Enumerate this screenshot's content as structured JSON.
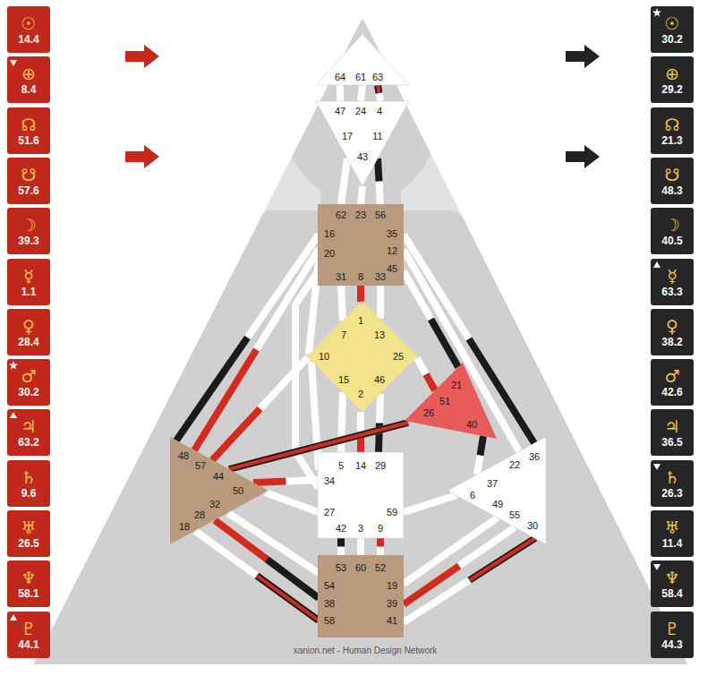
{
  "diagram": {
    "nodes": [
      {
        "text": [
          "☉",
          "14.4"
        ]
      },
      {
        "text": [
          "⊕",
          "8.4"
        ]
      },
      {
        "text": [
          "☊",
          "51.6"
        ]
      },
      {
        "text": [
          "☋",
          "57.6"
        ]
      },
      {
        "text": [
          "☽",
          "39.3"
        ]
      },
      {
        "text": [
          "☿",
          "1.1"
        ]
      },
      {
        "text": [
          "♀",
          "28.4"
        ]
      },
      {
        "text": [
          "♂",
          "30.2"
        ]
      },
      {
        "text": [
          "♃",
          "63.2"
        ]
      },
      {
        "text": [
          "♄",
          "9.6"
        ]
      },
      {
        "text": [
          "♅",
          "26.5"
        ]
      },
      {
        "text": [
          "♆",
          "58.1"
        ]
      },
      {
        "text": [
          "♇",
          "44.1"
        ]
      },
      {
        "text": [
          "64",
          "61",
          "63"
        ]
      },
      {
        "text": [
          "47",
          "24",
          "4",
          "17",
          "11",
          "43"
        ]
      },
      {
        "text": [
          "62",
          "23",
          "56",
          "16",
          "35",
          "20",
          "12",
          "45",
          "31",
          "8",
          "33"
        ]
      },
      {
        "text": [
          "1",
          "7",
          "13",
          "10",
          "25",
          "15",
          "46",
          "2"
        ]
      },
      {
        "text": [
          "21",
          "51",
          "26",
          "40"
        ]
      },
      {
        "text": [
          "48",
          "57",
          "44",
          "50",
          "32",
          "28",
          "18"
        ]
      },
      {
        "text": [
          "5",
          "14",
          "29",
          "34",
          "27",
          "59",
          "42",
          "3",
          "9"
        ]
      },
      {
        "text": [
          "22",
          "36",
          "37",
          "6",
          "49",
          "55",
          "30"
        ]
      },
      {
        "text": [
          "53",
          "60",
          "52",
          "54",
          "19",
          "38",
          "39",
          "58",
          "41"
        ]
      },
      {
        "text": [
          "☉",
          "30.2"
        ]
      },
      {
        "text": [
          "⊕",
          "29.2"
        ]
      },
      {
        "text": [
          "☊",
          "21.3"
        ]
      },
      {
        "text": [
          "☋",
          "48.3"
        ]
      },
      {
        "text": [
          "☽",
          "40.5"
        ]
      },
      {
        "text": [
          "☿",
          "63.3"
        ]
      },
      {
        "text": [
          "♀",
          "38.2"
        ]
      },
      {
        "text": [
          "♂",
          "42.6"
        ]
      },
      {
        "text": [
          "♃",
          "36.5"
        ]
      },
      {
        "text": [
          "♄",
          "26.3"
        ]
      },
      {
        "text": [
          "♅",
          "11.4"
        ]
      },
      {
        "text": [
          "♆",
          "58.4"
        ]
      },
      {
        "text": [
          "♇",
          "44.3"
        ]
      }
    ],
    "edges": [
      {
        "from": 13,
        "to": 14,
        "arrow": "none"
      },
      {
        "from": 13,
        "to": 14,
        "arrow": "none"
      },
      {
        "from": 13,
        "to": 14,
        "arrow": "none"
      },
      {
        "from": 14,
        "to": 15,
        "arrow": "none"
      },
      {
        "from": 14,
        "to": 15,
        "arrow": "none"
      },
      {
        "from": 14,
        "to": 15,
        "arrow": "none"
      },
      {
        "from": 15,
        "to": 16,
        "arrow": "none"
      },
      {
        "from": 15,
        "to": 16,
        "arrow": "none"
      },
      {
        "from": 15,
        "to": 16,
        "arrow": "none"
      },
      {
        "from": 15,
        "to": 16,
        "arrow": "none"
      },
      {
        "from": 15,
        "to": 18,
        "arrow": "none"
      },
      {
        "from": 15,
        "to": 18,
        "arrow": "none"
      },
      {
        "from": 15,
        "to": 19,
        "arrow": "none"
      },
      {
        "from": 15,
        "to": 20,
        "arrow": "none"
      },
      {
        "from": 15,
        "to": 20,
        "arrow": "none"
      },
      {
        "from": 15,
        "to": 17,
        "arrow": "none"
      },
      {
        "from": 16,
        "to": 18,
        "arrow": "none"
      },
      {
        "from": 16,
        "to": 19,
        "arrow": "none"
      },
      {
        "from": 16,
        "to": 19,
        "arrow": "none"
      },
      {
        "from": 16,
        "to": 19,
        "arrow": "none"
      },
      {
        "from": 16,
        "to": 19,
        "arrow": "none"
      },
      {
        "from": 16,
        "to": 17,
        "arrow": "none"
      },
      {
        "from": 17,
        "to": 18,
        "arrow": "none"
      },
      {
        "from": 17,
        "to": 20,
        "arrow": "none"
      },
      {
        "from": 19,
        "to": 18,
        "arrow": "none"
      },
      {
        "from": 19,
        "to": 18,
        "arrow": "none"
      },
      {
        "from": 19,
        "to": 20,
        "arrow": "none"
      },
      {
        "from": 19,
        "to": 21,
        "arrow": "none"
      },
      {
        "from": 19,
        "to": 21,
        "arrow": "none"
      },
      {
        "from": 19,
        "to": 21,
        "arrow": "none"
      },
      {
        "from": 18,
        "to": 21,
        "arrow": "none"
      },
      {
        "from": 18,
        "to": 21,
        "arrow": "none"
      },
      {
        "from": 18,
        "to": 21,
        "arrow": "none"
      },
      {
        "from": 20,
        "to": 21,
        "arrow": "none"
      },
      {
        "from": 20,
        "to": 21,
        "arrow": "none"
      },
      {
        "from": 20,
        "to": 21,
        "arrow": "none"
      }
    ],
    "labels": [
      "xanion.net - Human Design Network"
    ]
  }
}
